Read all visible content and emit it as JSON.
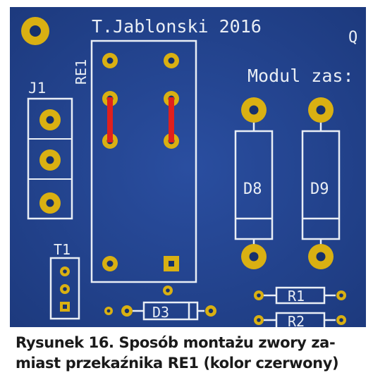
{
  "board": {
    "author_label": "T.Jablonski 2016",
    "module_label": "Modul zas:",
    "corner_label": "Q",
    "relay_label": "RE1",
    "connector_label": "J1",
    "transistor_label": "T1",
    "diode_d8": "D8",
    "diode_d9": "D9",
    "diode_d3": "D3",
    "resistor_r1": "R1",
    "resistor_r2": "R2",
    "colors": {
      "board": "#1f3f8a",
      "silkscreen": "#e9eef5",
      "pad_gold": "#d9b012",
      "jumper_red": "#e0201c"
    }
  },
  "caption": {
    "line1": "Rysunek 16. Sposób montażu zwory za-",
    "line2": "miast przekaźnika RE1 (kolor czerwony)"
  }
}
